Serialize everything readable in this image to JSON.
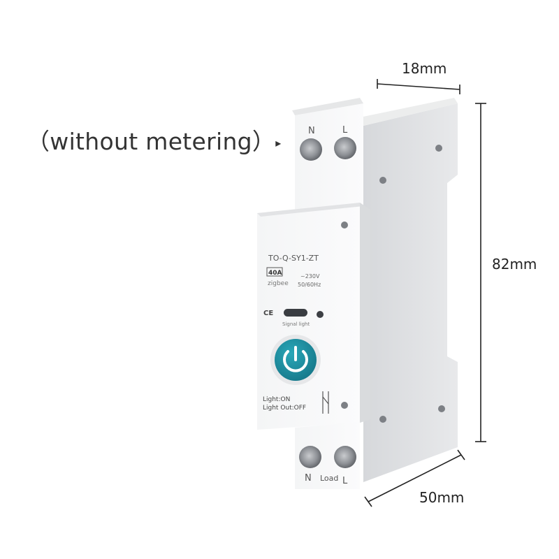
{
  "caption": {
    "text": "（without metering）",
    "arrow": "▸"
  },
  "dimensions": {
    "width": "18mm",
    "height": "82mm",
    "depth": "50mm"
  },
  "device": {
    "top_terminal_labels": [
      "N",
      "L"
    ],
    "model": "TO-Q-SY1-ZT",
    "current_rating": "40A",
    "protocol": "zigbee",
    "voltage": "~230V",
    "frequency": "50/60Hz",
    "ce_mark": "CE",
    "signal_light_label": "Signal light",
    "light_on_text": "Light:ON",
    "light_off_text": "Light Out:OFF",
    "bottom_terminal_labels": [
      "N",
      "Load",
      "L"
    ],
    "accent_color": "#1f8fa0"
  }
}
